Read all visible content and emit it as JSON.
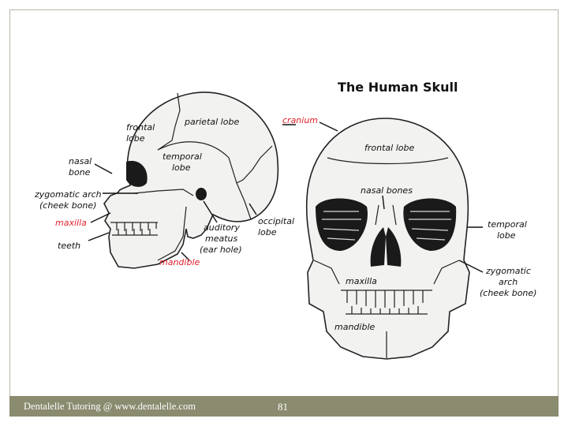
{
  "diagram": {
    "title": "The Human Skull",
    "side_view_labels": {
      "frontal_lobe": [
        "frontal",
        "lobe"
      ],
      "parietal_lobe": "parietal lobe",
      "cranium": "cranium",
      "nasal_bone": [
        "nasal",
        "bone"
      ],
      "temporal_lobe": [
        "temporal",
        "lobe"
      ],
      "zygomatic_arch": [
        "zygomatic arch",
        "(cheek bone)"
      ],
      "maxilla": "maxilla",
      "teeth": "teeth",
      "auditory_meatus": [
        "auditory",
        "meatus",
        "(ear hole)"
      ],
      "occipital_lobe": [
        "occipital",
        "lobe"
      ],
      "mandible": "mandible"
    },
    "front_view_labels": {
      "frontal_lobe": "frontal lobe",
      "nasal_bones": "nasal bones",
      "temporal_lobe": [
        "temporal",
        "lobe"
      ],
      "zygomatic_arch": [
        "zygomatic",
        "arch",
        "(cheek bone)"
      ],
      "maxilla": "maxilla",
      "mandible": "mandible"
    },
    "colors": {
      "highlight": "#e0212b",
      "ink": "#111111",
      "bone": "#f2f2f0"
    }
  },
  "footer": {
    "text": "Dentalelle Tutoring @ www.dentalelle.com",
    "page_number": "81",
    "bar_color": "#8b8b70"
  }
}
